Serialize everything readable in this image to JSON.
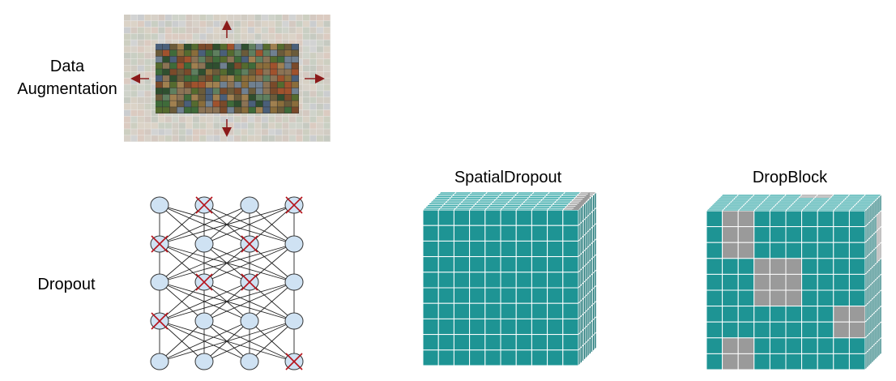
{
  "labels": {
    "data_augmentation_line1": "Data",
    "data_augmentation_line2": "Augmentation",
    "dropout": "Dropout",
    "spatial_dropout": "SpatialDropout",
    "dropblock": "DropBlock"
  },
  "colors": {
    "teal": "#1E9494",
    "teal_top": "#2AA3A3",
    "teal_side": "#157272",
    "dropped_gray": "#9A9A9A",
    "neuron_fill": "#CFE2F3",
    "cross_red": "#B5121B",
    "arrow_red": "#8B1A1A"
  },
  "icons": {
    "augmentation": "image-mosaic-with-expand-arrows",
    "dropped_neuron": "red-x-cross"
  },
  "dropout_network": {
    "layers": 5,
    "neurons_per_layer": 4,
    "dropped": [
      [
        0,
        1
      ],
      [
        0,
        3
      ],
      [
        1,
        0
      ],
      [
        1,
        2
      ],
      [
        2,
        1
      ],
      [
        2,
        2
      ],
      [
        3,
        0
      ],
      [
        4,
        3
      ]
    ]
  },
  "spatial_dropout_cube": {
    "grid": 10,
    "dropped_column": 9
  },
  "dropblock_cube": {
    "grid": 10,
    "dropped_cells": [
      [
        0,
        1
      ],
      [
        0,
        2
      ],
      [
        1,
        1
      ],
      [
        1,
        2
      ],
      [
        2,
        1
      ],
      [
        2,
        2
      ],
      [
        3,
        3
      ],
      [
        3,
        4
      ],
      [
        3,
        5
      ],
      [
        4,
        3
      ],
      [
        4,
        4
      ],
      [
        4,
        5
      ],
      [
        5,
        3
      ],
      [
        5,
        4
      ],
      [
        5,
        5
      ],
      [
        6,
        8
      ],
      [
        6,
        9
      ],
      [
        7,
        8
      ],
      [
        7,
        9
      ],
      [
        8,
        1
      ],
      [
        8,
        2
      ],
      [
        9,
        1
      ],
      [
        9,
        2
      ]
    ]
  }
}
